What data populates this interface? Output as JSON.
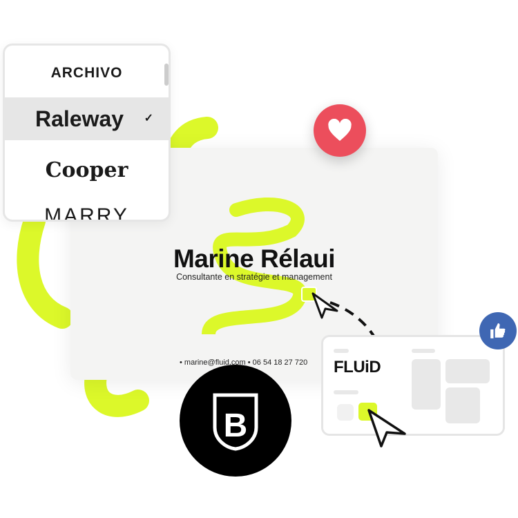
{
  "font_picker": {
    "options": [
      "ARCHIVO",
      "Raleway",
      "Cooper",
      "MARRY"
    ],
    "selected_index": 1,
    "check": "✓"
  },
  "card": {
    "name": "Marine Rélaui",
    "subtitle": "Consultante en stratégie et management",
    "contact": "• marine@fluid.com • 06 54 18 27 720"
  },
  "fluid_panel": {
    "logo": "FLUiD"
  },
  "icons": {
    "heart": "heart-icon",
    "thumb": "thumbs-up-icon",
    "brand": "brand-b-shield-icon",
    "cursor": "cursor-arrow-icon"
  },
  "colors": {
    "lime": "#dcf82a",
    "heart": "#ec4e5c",
    "thumb": "#3f67b3"
  }
}
